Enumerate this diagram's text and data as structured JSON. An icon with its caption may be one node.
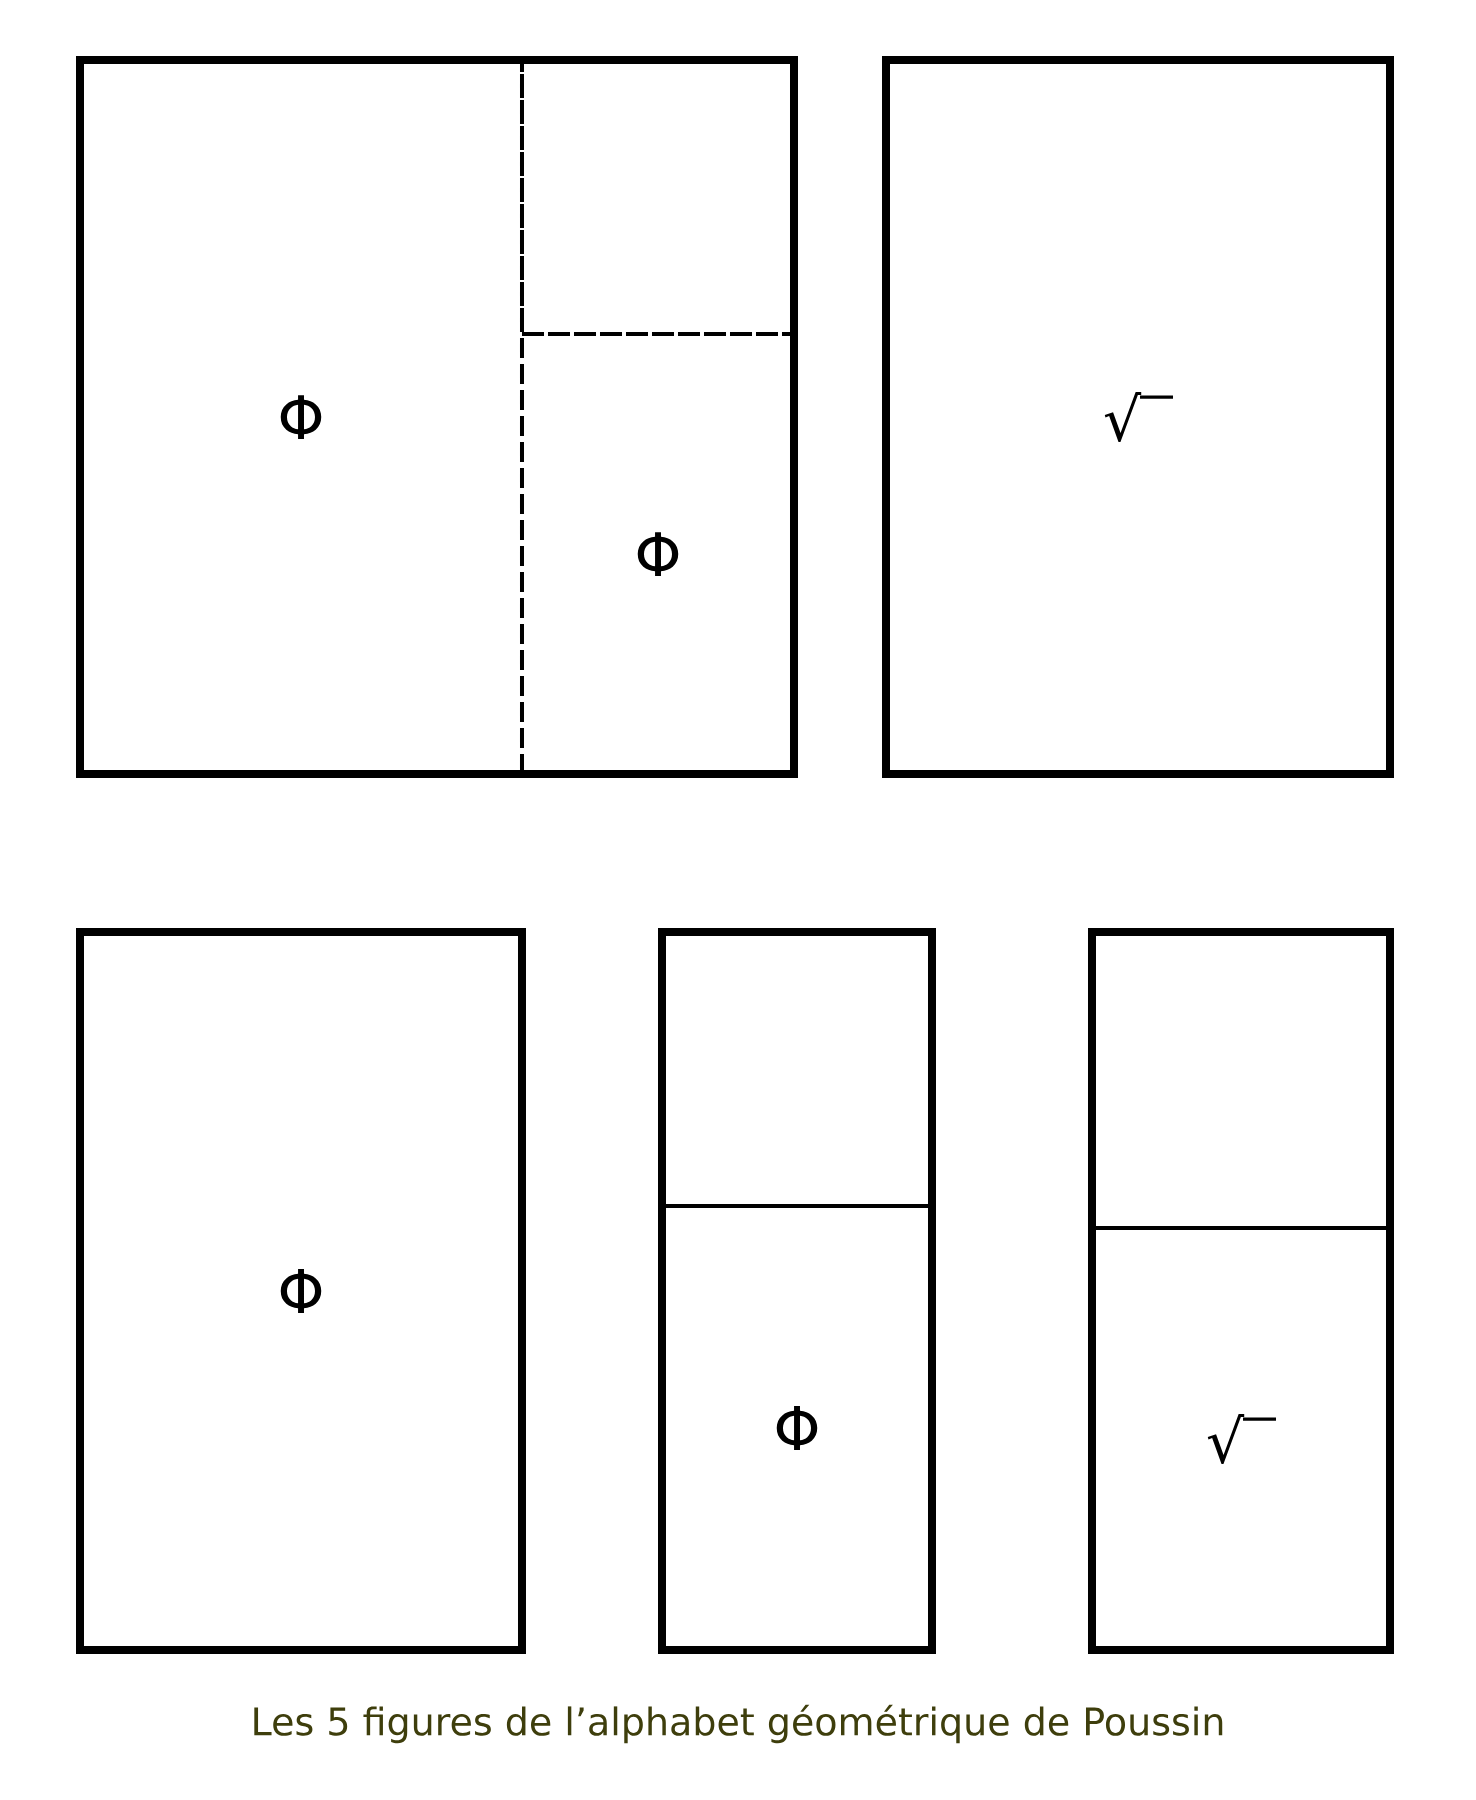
{
  "diagram": {
    "caption": "Les 5 figures de l’alphabet géométrique de Poussin",
    "nodes": [
      {
        "text": [],
        "shape": "box"
      },
      {
        "text": [
          "Φ"
        ],
        "in": 0
      },
      {
        "text": [],
        "shape": "box",
        "in": 0
      },
      {
        "text": [
          "Φ"
        ],
        "in": 0
      },
      {
        "text": [
          "√"
        ]
      },
      {
        "text": [
          "Φ"
        ]
      },
      {
        "text": [],
        "shape": "box"
      },
      {
        "text": [],
        "shape": "box",
        "in": 6
      },
      {
        "text": [
          "Φ"
        ],
        "in": 6
      },
      {
        "text": [],
        "shape": "box"
      },
      {
        "text": [],
        "shape": "box",
        "in": 9
      },
      {
        "text": [
          "√"
        ],
        "in": 9
      }
    ]
  }
}
